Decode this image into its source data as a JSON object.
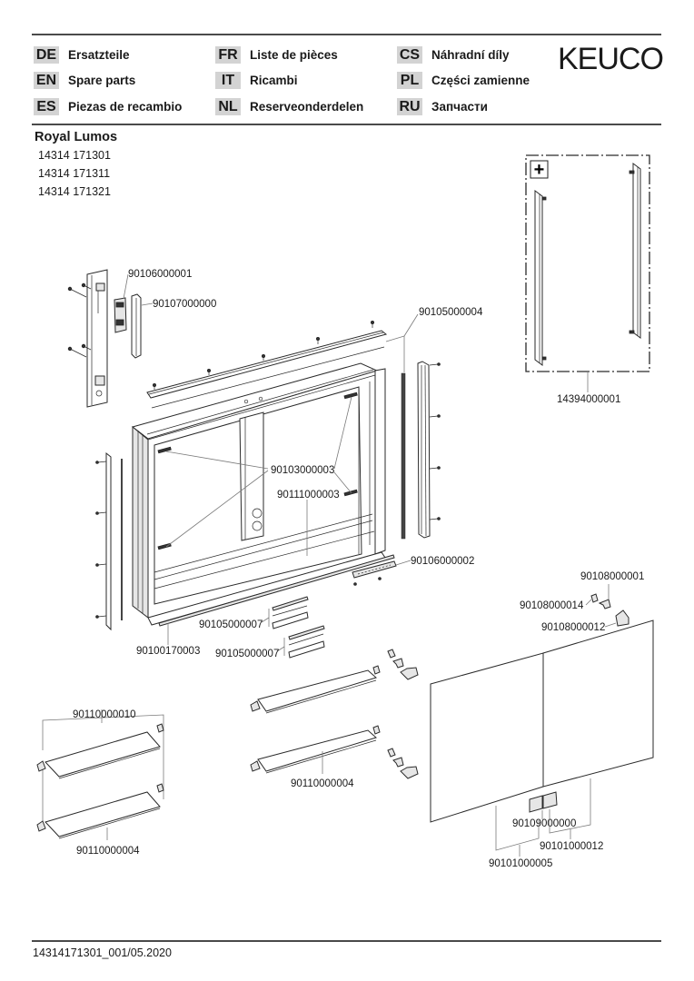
{
  "header": {
    "languages": [
      {
        "code": "DE",
        "label": "Ersatzteile"
      },
      {
        "code": "EN",
        "label": "Spare parts"
      },
      {
        "code": "ES",
        "label": "Piezas de recambio"
      },
      {
        "code": "FR",
        "label": "Liste de pièces"
      },
      {
        "code": "IT",
        "label": "Ricambi"
      },
      {
        "code": "NL",
        "label": "Reserveonderdelen"
      },
      {
        "code": "CS",
        "label": "Náhradní díly"
      },
      {
        "code": "PL",
        "label": "Części zamienne"
      },
      {
        "code": "RU",
        "label": "Запчасти"
      }
    ],
    "brand": "KEUCO",
    "code_bg_color": "#d3d3d3"
  },
  "product": {
    "name": "Royal Lumos",
    "articles": [
      "14314 171301",
      "14314 171311",
      "14314 171321"
    ]
  },
  "parts": {
    "light_module": "90106000001",
    "cover": "90107000000",
    "seal_strip": "90105000004",
    "optional_handles": "14394000001",
    "hinge_mounts": "90103000003",
    "mirror_back": "90111000003",
    "switch_bar": "90106000002",
    "bottom_strip": "90100170003",
    "profile_set_a": "90105000007",
    "profile_set_b": "90105000007",
    "hinge_clip": "90108000001",
    "hinge_pad": "90108000014",
    "hinge_cap": "90108000012",
    "shelf_set": "90110000010",
    "shelf_left": "90110000004",
    "shelf_mid": "90110000004",
    "door_handle": "90109000000",
    "door_right": "90101000012",
    "door_left": "90101000005"
  },
  "optional_badge": "+",
  "footer": {
    "doc_id": "14314171301_001/05.2020"
  }
}
